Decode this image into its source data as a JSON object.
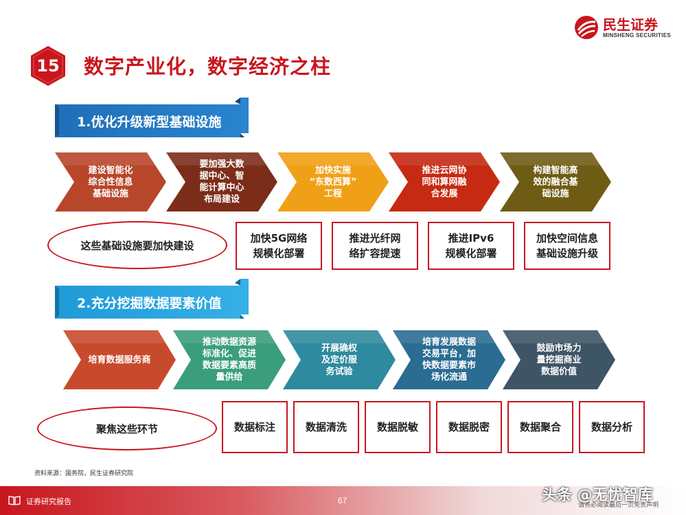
{
  "header": {
    "section_number": "15",
    "title": "数字产业化，数字经济之柱",
    "brand_cn": "民生证券",
    "brand_en": "MINSHENG SECURITIES",
    "accent_color": "#c8161d"
  },
  "section1": {
    "banner": "1.优化升级新型基础设施",
    "steps": [
      {
        "label": "建设智能化\n综合性信息\n基础设施",
        "color": "#b8462a"
      },
      {
        "label": "要加强大数\n据中心、智\n能计算中心\n布局建设",
        "color": "#7c2d1a"
      },
      {
        "label": "加快实施\n“东数西算”\n工程",
        "color": "#f0a016"
      },
      {
        "label": "推进云网协\n同和算网融\n合发展",
        "color": "#c62a12"
      },
      {
        "label": "构建智能高\n效的融合基\n础设施",
        "color": "#6f5c14"
      }
    ],
    "ellipse_label": "这些基础设施要加快建设",
    "boxes": [
      "加快5G网络\n规模化部署",
      "推进光纤网\n络扩容提速",
      "推进IPv6\n规模化部署",
      "加快空间信息\n基础设施升级"
    ]
  },
  "section2": {
    "banner": "2.充分挖掘数据要素价值",
    "steps": [
      {
        "label": "培育数据服务商",
        "color": "#c84a2c"
      },
      {
        "label": "推动数据资源\n标准化、促进\n数据要素高质\n量供给",
        "color": "#3a9e7c"
      },
      {
        "label": "开展确权\n及定价服\n务试验",
        "color": "#2e8a9e"
      },
      {
        "label": "培育发展数据\n交易平台，加\n快数据要素市\n场化流通",
        "color": "#2a6c92"
      },
      {
        "label": "鼓励市场力\n量挖掘商业\n数据价值",
        "color": "#3e5566"
      }
    ],
    "ellipse_label": "聚焦这些环节",
    "boxes": [
      "数据标注",
      "数据清洗",
      "数据脱敏",
      "数据脱密",
      "数据聚合",
      "数据分析"
    ]
  },
  "source": "资料来源：国务院，民生证券研究院",
  "footer": {
    "label": "证券研究报告",
    "page": "67",
    "note": "请务必阅读最后一页免责声明",
    "watermark": "头条 @无忧智库"
  }
}
